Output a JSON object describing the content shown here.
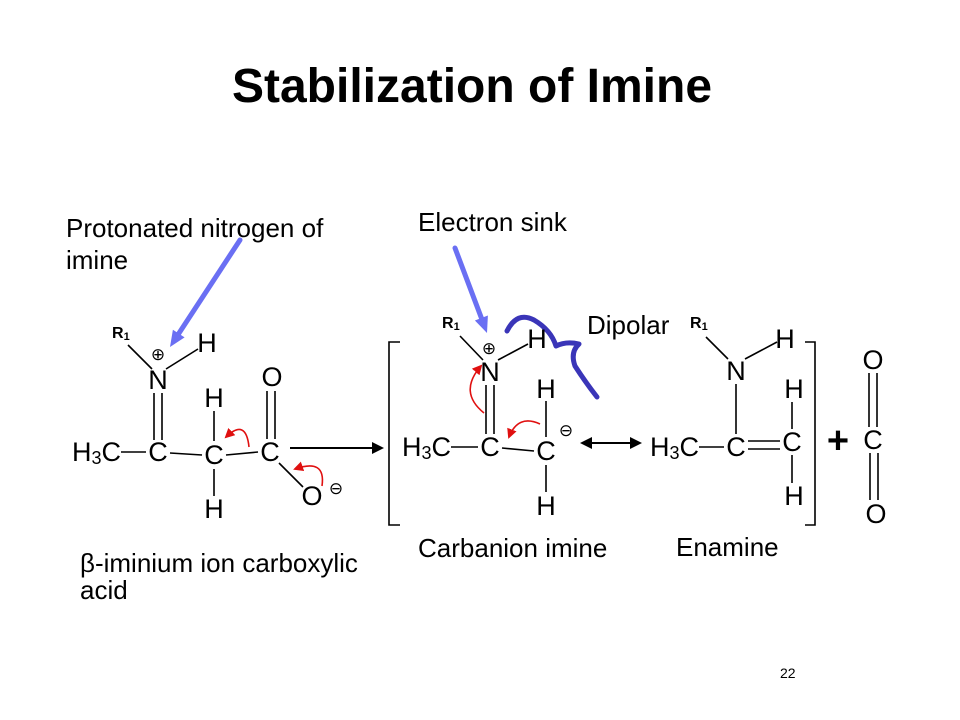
{
  "title": "Stabilization of Imine",
  "labels": {
    "protonated_nitrogen": [
      "Protonated nitrogen of",
      "imine"
    ],
    "electron_sink": "Electron sink",
    "dipolar": "Dipolar",
    "iminium_acid": [
      "β-iminium ion carboxylic",
      "acid"
    ],
    "carbanion_imine": "Carbanion imine",
    "enamine": "Enamine"
  },
  "molecules": {
    "iminium_acid": {
      "r": "R",
      "r_sub": "1",
      "n_charge": "⊕",
      "n": "N",
      "n_h": "H",
      "methyl_h": "H",
      "methyl_sub": "3",
      "methyl_c": "C",
      "c_imine": "C",
      "c_alpha": "C",
      "h_top": "H",
      "h_bottom": "H",
      "c_carboxyl": "C",
      "o_double": "O",
      "o_single": "O",
      "o_charge": "⊖"
    },
    "carbanion_imine": {
      "r": "R",
      "r_sub": "1",
      "n_charge": "⊕",
      "n": "N",
      "n_h": "H",
      "methyl_h": "H",
      "methyl_sub": "3",
      "methyl_c": "C",
      "c_imine": "C",
      "c_anion": "C",
      "h_top": "H",
      "h_bottom": "H",
      "c_charge": "⊖"
    },
    "enamine": {
      "r": "R",
      "r_sub": "1",
      "n": "N",
      "n_h": "H",
      "methyl_h": "H",
      "methyl_sub": "3",
      "methyl_c": "C",
      "c_amine": "C",
      "c_vinyl": "C",
      "h_top": "H",
      "h_bottom": "H"
    },
    "carbon_dioxide": {
      "o_top": "O",
      "c": "C",
      "o_bottom": "O"
    }
  },
  "plus_sign": "+",
  "page_number": "22",
  "colors": {
    "text": "#000000",
    "electron_arrows": "#e01010",
    "pointer_arrows": "#6a6ff3",
    "dipolar_brace": "#3a35b8"
  }
}
